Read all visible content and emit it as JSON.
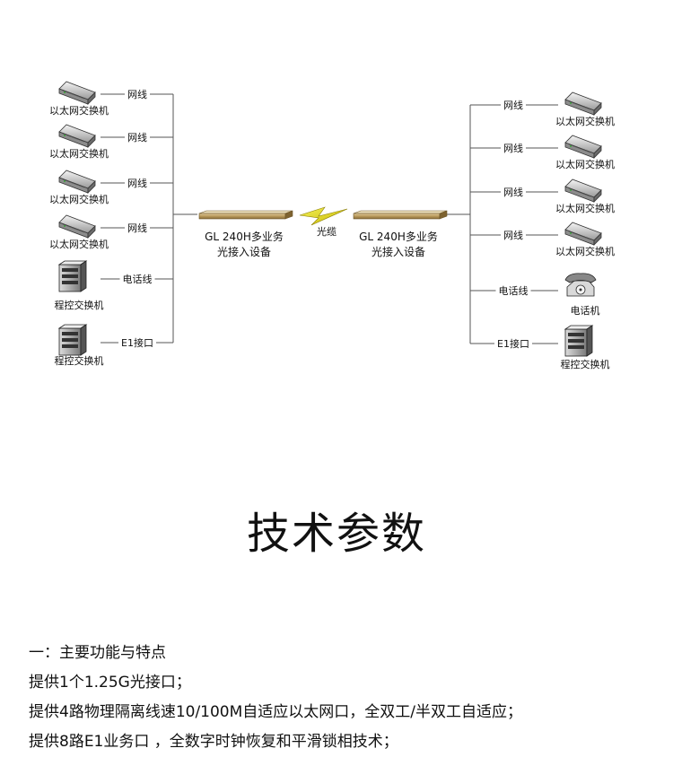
{
  "diagram": {
    "left_devices": [
      {
        "device": "以太网交换机",
        "link": "网线",
        "icon": "switch-icon"
      },
      {
        "device": "以太网交换机",
        "link": "网线",
        "icon": "switch-icon"
      },
      {
        "device": "以太网交换机",
        "link": "网线",
        "icon": "switch-icon"
      },
      {
        "device": "以太网交换机",
        "link": "网线",
        "icon": "switch-icon"
      },
      {
        "device": "程控交换机",
        "link": "电话线",
        "icon": "pbx-icon"
      },
      {
        "device": "程控交换机",
        "link": "E1接口",
        "icon": "pbx-icon"
      }
    ],
    "right_devices": [
      {
        "device": "以太网交换机",
        "link": "网线",
        "icon": "switch-icon"
      },
      {
        "device": "以太网交换机",
        "link": "网线",
        "icon": "switch-icon"
      },
      {
        "device": "以太网交换机",
        "link": "网线",
        "icon": "switch-icon"
      },
      {
        "device": "以太网交换机",
        "link": "网线",
        "icon": "switch-icon"
      },
      {
        "device": "电话机",
        "link": "电话线",
        "icon": "telephone-icon"
      },
      {
        "device": "程控交换机",
        "link": "E1接口",
        "icon": "pbx-icon"
      }
    ],
    "left_unit": {
      "line1": "GL 240H多业务",
      "line2": "光接入设备",
      "icon": "rack-unit-icon"
    },
    "right_unit": {
      "line1": "GL 240H多业务",
      "line2": "光接入设备",
      "icon": "rack-unit-icon"
    },
    "fiber_label": "光缆",
    "fiber_icon": "lightning-icon"
  },
  "section_title": "技术参数",
  "features": [
    "一：主要功能与特点",
    "提供1个1.25G光接口；",
    "提供4路物理隔离线速10/100M自适应以太网口，全双工/半双工自适应；",
    "提供8路E1业务口 ，全数字时钟恢复和平滑锁相技术；"
  ]
}
